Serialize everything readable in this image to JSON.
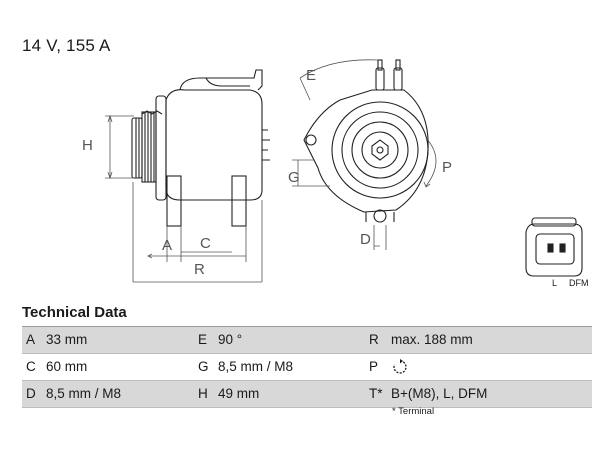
{
  "header": {
    "spec": "14 V, 155 A"
  },
  "drawing": {
    "dimension_labels": {
      "h": "H",
      "a": "A",
      "c": "C",
      "r": "R",
      "e": "E",
      "g": "G",
      "d": "D",
      "p": "P"
    },
    "connector_labels": {
      "l": "L",
      "dfm": "DFM"
    }
  },
  "technical_data": {
    "title": "Technical Data",
    "rows": [
      [
        {
          "key": "A",
          "value": "33 mm"
        },
        {
          "key": "E",
          "value": "90 °"
        },
        {
          "key": "R",
          "value": "max. 188 mm"
        }
      ],
      [
        {
          "key": "C",
          "value": "60 mm"
        },
        {
          "key": "G",
          "value": "8,5 mm / M8"
        },
        {
          "key": "P",
          "value": "",
          "icon": "clockwise-rotation-icon"
        }
      ],
      [
        {
          "key": "D",
          "value": "8,5 mm / M8"
        },
        {
          "key": "H",
          "value": "49 mm"
        },
        {
          "key": "T*",
          "value": "B+(M8), L, DFM"
        }
      ]
    ],
    "footnote": "* Terminal"
  },
  "colors": {
    "line": "#222222",
    "dim_line": "#555555",
    "row_shade": "#d8d8d8",
    "rule": "#bdbdbd"
  }
}
